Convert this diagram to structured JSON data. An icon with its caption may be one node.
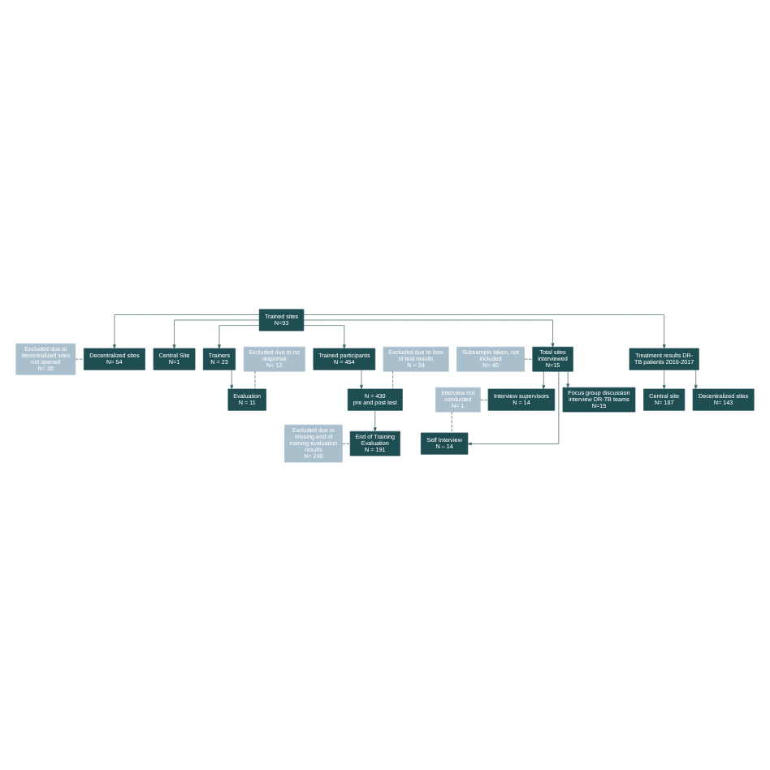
{
  "diagram": {
    "nodes": [
      {
        "text": [
          "Trained sites",
          "N=93"
        ]
      },
      {
        "text": [
          "Excluded due to decentralized sites not opened",
          "N= 38"
        ]
      },
      {
        "text": [
          "Decentralized sites",
          "N= 54"
        ]
      },
      {
        "text": [
          "Central Site",
          "N=1"
        ]
      },
      {
        "text": [
          "Trainers",
          "N = 23"
        ]
      },
      {
        "text": [
          "Trained participants",
          "N = 454"
        ]
      },
      {
        "text": [
          "Excluded due to no response",
          "N= 12"
        ]
      },
      {
        "text": [
          "Excluded due to loss of test results",
          "N = 24"
        ]
      },
      {
        "text": [
          "Evaluation",
          "N = 11"
        ]
      },
      {
        "text": [
          "N = 430",
          "pre and post test"
        ]
      },
      {
        "text": [
          "Excluded due to missing end of training evaluation results",
          "N= 240"
        ]
      },
      {
        "text": [
          "Subsample taken, not included",
          "N= 40"
        ]
      },
      {
        "text": [
          "Total sites interviewed",
          "N=15"
        ]
      },
      {
        "text": [
          "End of Training Evaluation",
          "N = 191"
        ]
      },
      {
        "text": [
          "Self Interview",
          "N – 14"
        ]
      },
      {
        "text": [
          "Interview not conducted",
          "N= 1"
        ]
      },
      {
        "text": [
          "Treatment results DR-TB patients 2016-2017"
        ]
      },
      {
        "text": [
          "Interview supervisors",
          "N = 14"
        ]
      },
      {
        "text": [
          "Focus group discussion interview DR-TB teams",
          "N=15"
        ]
      },
      {
        "text": [
          "Central site",
          "N= 187"
        ]
      },
      {
        "text": [
          "Decentralized sites",
          "N= 143"
        ]
      }
    ],
    "edges": [
      {
        "from": 0,
        "to": 2,
        "arrow": "to"
      },
      {
        "from": 0,
        "to": 3,
        "arrow": "to"
      },
      {
        "from": 1,
        "to": 2,
        "arrow": "none",
        "style": "dashed"
      },
      {
        "from": 0,
        "to": 4,
        "arrow": "to"
      },
      {
        "from": 0,
        "to": 5,
        "arrow": "to"
      },
      {
        "from": 4,
        "to": 8,
        "arrow": "to"
      },
      {
        "from": 6,
        "to": 8,
        "arrow": "none",
        "style": "dashed"
      },
      {
        "from": 5,
        "to": 9,
        "arrow": "to"
      },
      {
        "from": 7,
        "to": 9,
        "arrow": "none",
        "style": "dashed"
      },
      {
        "from": 9,
        "to": 13,
        "arrow": "to"
      },
      {
        "from": 10,
        "to": 13,
        "arrow": "none",
        "style": "dashed"
      },
      {
        "from": 0,
        "to": 12,
        "arrow": "to"
      },
      {
        "from": 11,
        "to": 12,
        "arrow": "none",
        "style": "dashed"
      },
      {
        "from": 0,
        "to": 16,
        "arrow": "to"
      },
      {
        "from": 12,
        "to": 14,
        "arrow": "to"
      },
      {
        "from": 12,
        "to": 17,
        "arrow": "to"
      },
      {
        "from": 12,
        "to": 18,
        "arrow": "to"
      },
      {
        "from": 15,
        "to": 14,
        "arrow": "none",
        "style": "dashed"
      },
      {
        "from": 15,
        "to": 17,
        "arrow": "none",
        "style": "dashed"
      },
      {
        "from": 16,
        "to": 19,
        "arrow": "to"
      },
      {
        "from": 16,
        "to": 20,
        "arrow": "to"
      }
    ]
  }
}
